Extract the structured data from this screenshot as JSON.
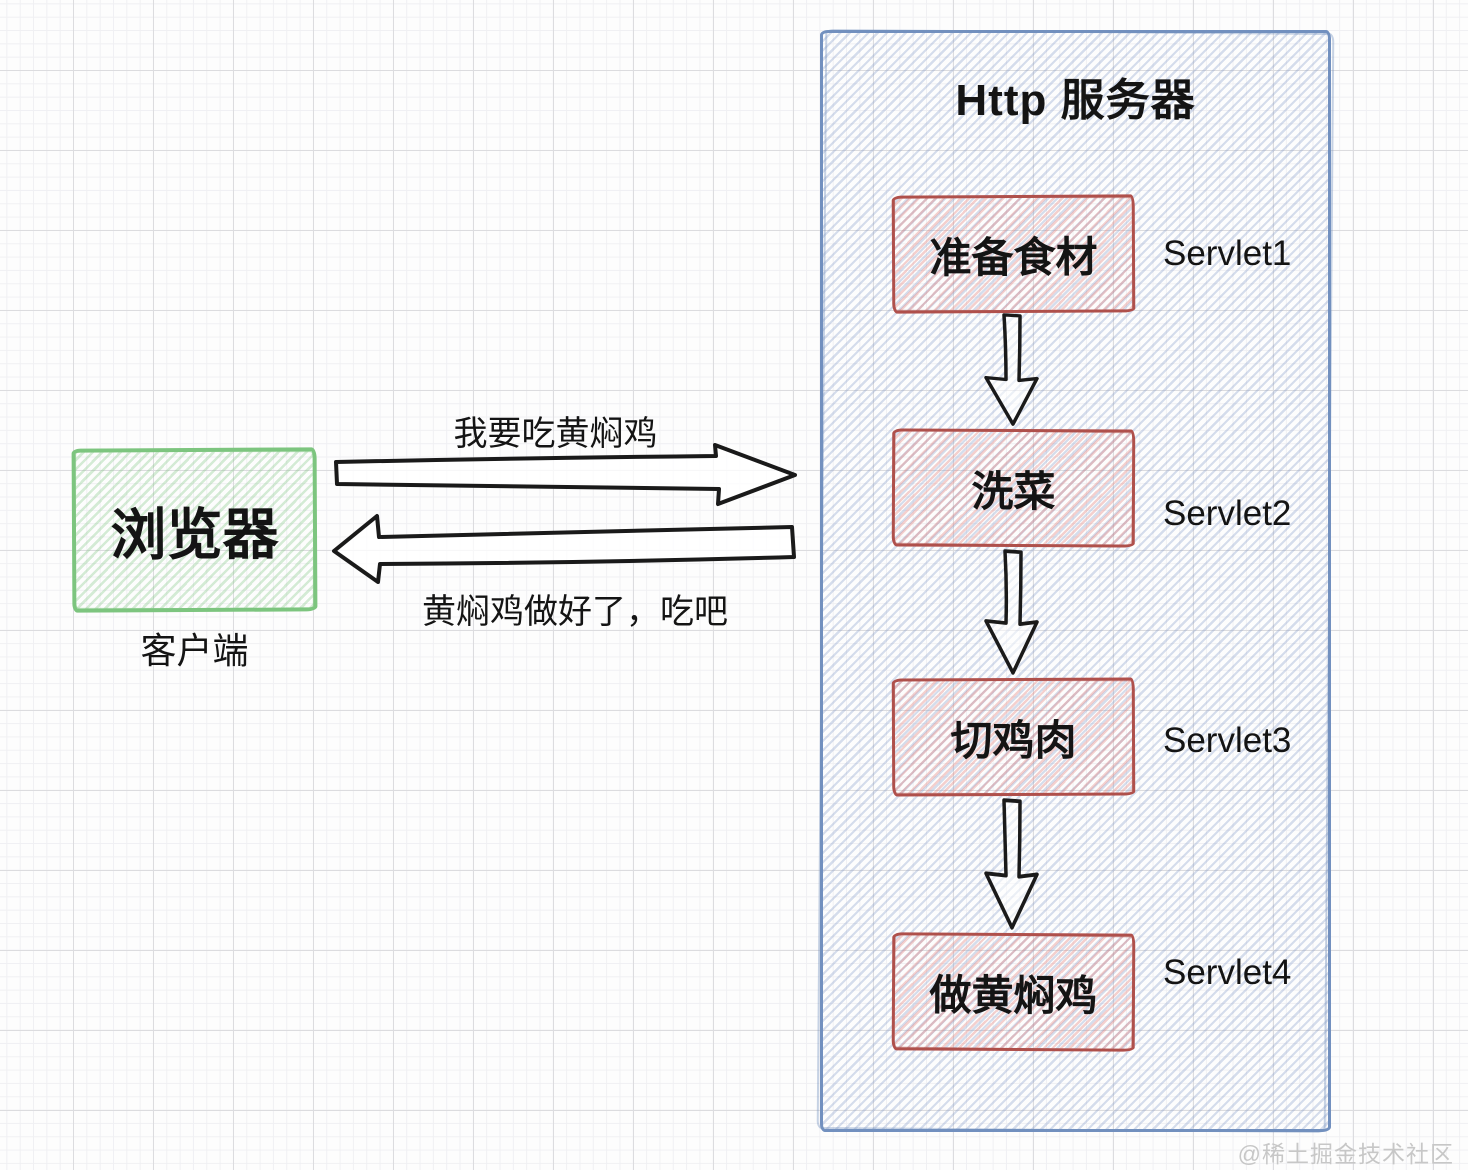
{
  "client": {
    "box_label": "浏览器",
    "caption": "客户端"
  },
  "server": {
    "title": "Http 服务器",
    "steps": [
      {
        "box_label": "准备食材",
        "servlet": "Servlet1"
      },
      {
        "box_label": "洗菜",
        "servlet": "Servlet2"
      },
      {
        "box_label": "切鸡肉",
        "servlet": "Servlet3"
      },
      {
        "box_label": "做黄焖鸡",
        "servlet": "Servlet4"
      }
    ]
  },
  "messages": {
    "request": "我要吃黄焖鸡",
    "response": "黄焖鸡做好了，吃吧"
  },
  "watermark": "@稀土掘金技术社区",
  "colors": {
    "server_border": "#7290bf",
    "server_hatch": "#c9d4ea",
    "servlet_border": "#b0504c",
    "servlet_hatch": "#f2c7c5",
    "client_border": "#7dc57f",
    "client_hatch": "#cfe9cf",
    "arrow_stroke": "#1a1a1a",
    "text": "#141414",
    "watermark_color": "#c7c7c7"
  }
}
